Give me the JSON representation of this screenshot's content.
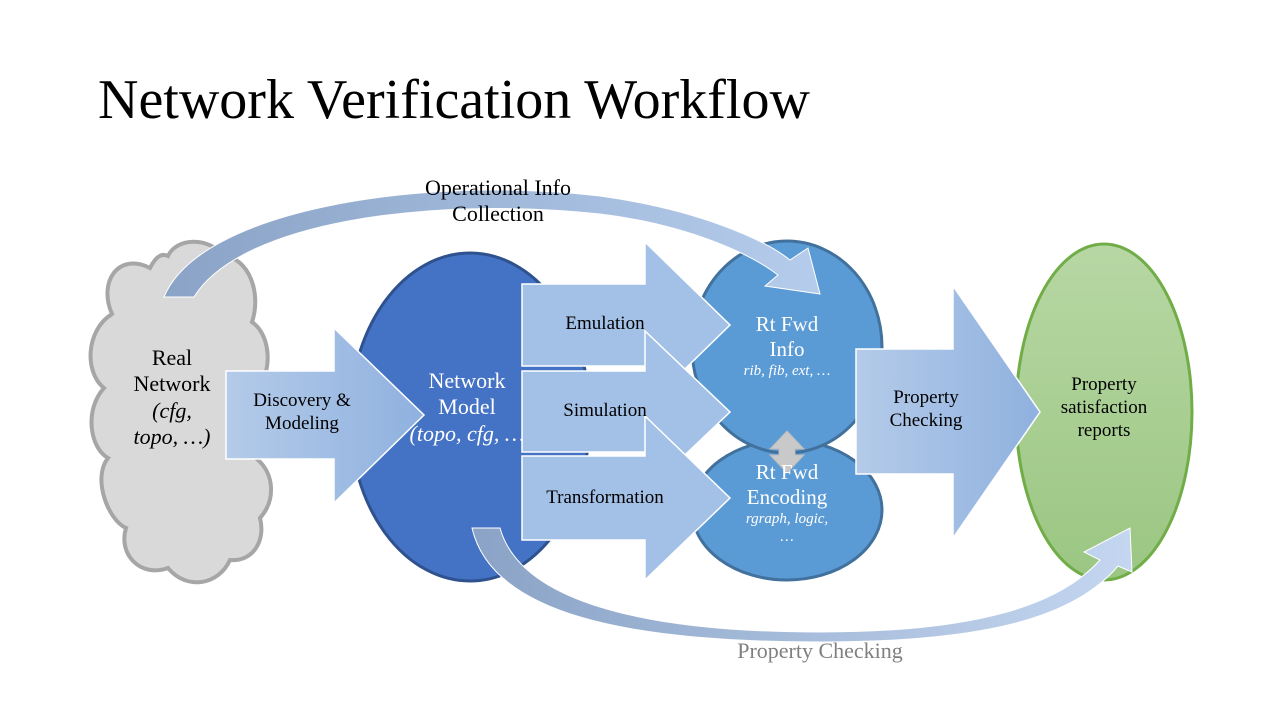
{
  "slide": {
    "title": "Network Verification Workflow"
  },
  "diagram": {
    "real_network": {
      "line1": "Real",
      "line2": "Network",
      "line3": "(cfg,",
      "line4": "topo, …)"
    },
    "discovery_arrow": {
      "line1": "Discovery &",
      "line2": "Modeling"
    },
    "network_model": {
      "line1": "Network",
      "line2": "Model",
      "line3": "(topo, cfg, …"
    },
    "emulation_arrow": {
      "label": "Emulation"
    },
    "simulation_arrow": {
      "label": "Simulation"
    },
    "transformation_arrow": {
      "label": "Transformation"
    },
    "rt_fwd_info": {
      "line1": "Rt Fwd",
      "line2": "Info",
      "line3": "rib, fib, ext, …"
    },
    "rt_fwd_encoding": {
      "line1": "Rt Fwd",
      "line2": "Encoding",
      "line3": "rgraph, logic,",
      "line4": "…"
    },
    "property_checking_arrow": {
      "line1": "Property",
      "line2": "Checking"
    },
    "reports": {
      "line1": "Property",
      "line2": "satisfaction",
      "line3": "reports"
    },
    "top_curve": {
      "line1": "Operational Info",
      "line2": "Collection"
    },
    "bottom_curve": {
      "label": "Property Checking"
    }
  },
  "colors": {
    "cloud_fill": "#d9d9d9",
    "cloud_stroke": "#a6a6a6",
    "model_fill": "#4472c4",
    "info_fill": "#5b9bd5",
    "arrow_fill": "#9dbbe3",
    "reports_fill": "#a9d18e",
    "reports_stroke": "#70ad47",
    "muted_text": "#808080"
  }
}
